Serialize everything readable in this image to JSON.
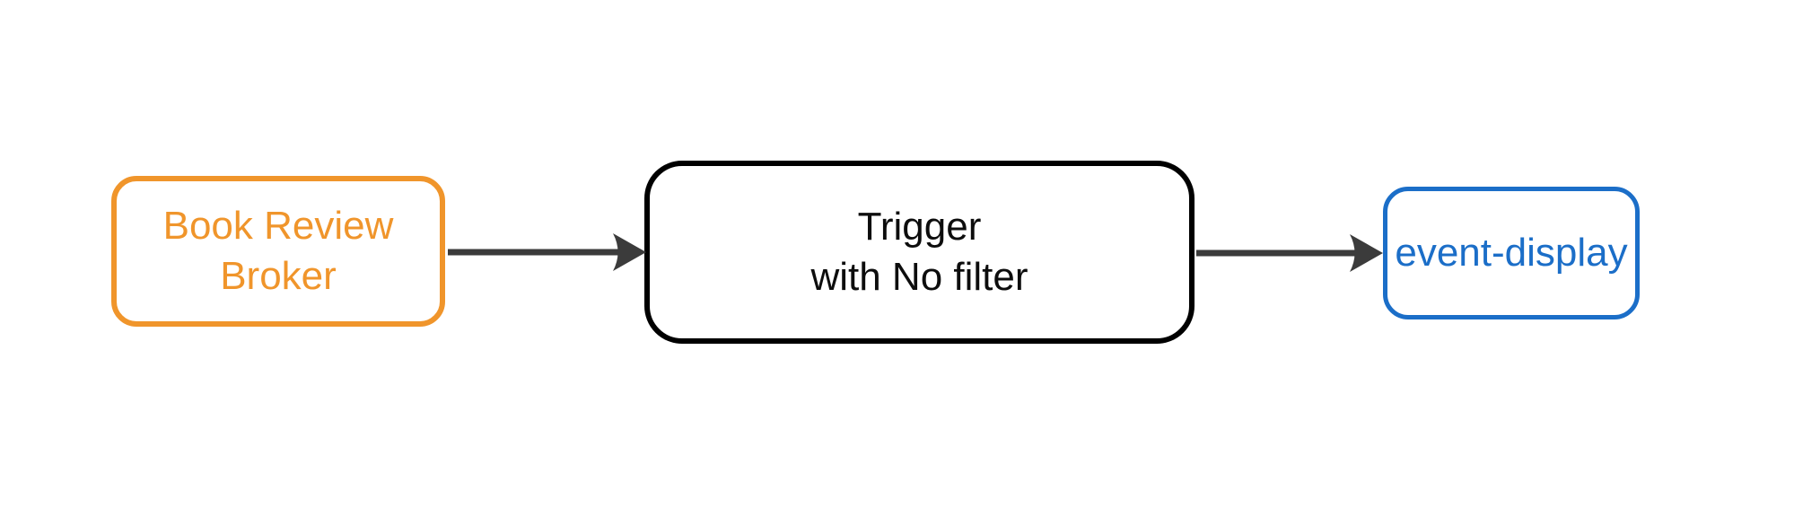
{
  "colors": {
    "background": "#ffffff",
    "broker": "#f0952b",
    "trigger_border": "#000000",
    "trigger_text": "#0d0d0d",
    "event_display": "#1b6ec8",
    "arrow": "#3b3b3b"
  },
  "nodes": {
    "broker": {
      "line1": "Book Review",
      "line2": "Broker"
    },
    "trigger": {
      "line1": "Trigger",
      "line2": "with No filter"
    },
    "event_display": {
      "label": "event-display"
    }
  }
}
